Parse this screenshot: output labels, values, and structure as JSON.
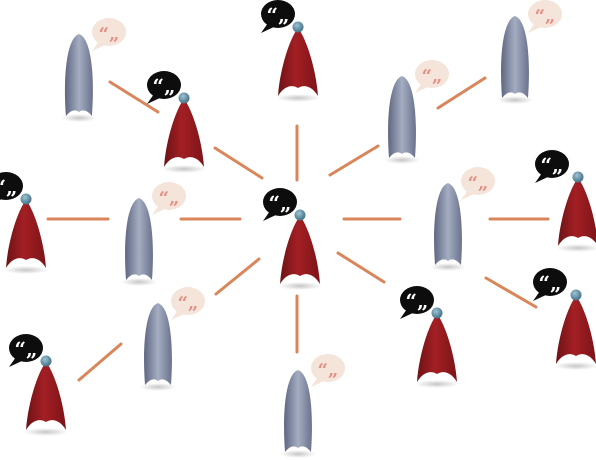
{
  "colors": {
    "background": "#ffffff",
    "connector": "#d9865a",
    "speaker_body": "#a31f24",
    "speaker_body_dark": "#6e1215",
    "speaker_head": "#5a8aa0",
    "listener_body": "#9aa3b8",
    "listener_body_dark": "#5f6781",
    "active_bubble": "#0d0d0d",
    "active_quote": "#ffffff",
    "quiet_bubble": "#f4e4da",
    "quiet_quote": "#e48f85"
  },
  "icons": {
    "speaker": "red-rocket-figure-icon",
    "listener": "gray-capsule-figure-icon",
    "active_bubble": "black-quote-speech-bubble-icon",
    "quiet_bubble": "pale-quote-speech-bubble-icon"
  },
  "quote_glyph": "“„",
  "figures": [
    {
      "id": "center",
      "role": "speaker"
    },
    {
      "id": "top-center",
      "role": "speaker"
    },
    {
      "id": "upper-left",
      "role": "listener"
    },
    {
      "id": "upper-left-inner",
      "role": "speaker"
    },
    {
      "id": "upper-right-inner",
      "role": "listener"
    },
    {
      "id": "top-right",
      "role": "listener"
    },
    {
      "id": "left",
      "role": "speaker"
    },
    {
      "id": "left-inner",
      "role": "listener"
    },
    {
      "id": "right-inner",
      "role": "listener"
    },
    {
      "id": "right",
      "role": "speaker"
    },
    {
      "id": "lower-left-inner",
      "role": "listener"
    },
    {
      "id": "lower-right-inner",
      "role": "speaker"
    },
    {
      "id": "lower-right",
      "role": "speaker"
    },
    {
      "id": "bottom-left",
      "role": "speaker"
    },
    {
      "id": "bottom-center",
      "role": "listener"
    }
  ]
}
